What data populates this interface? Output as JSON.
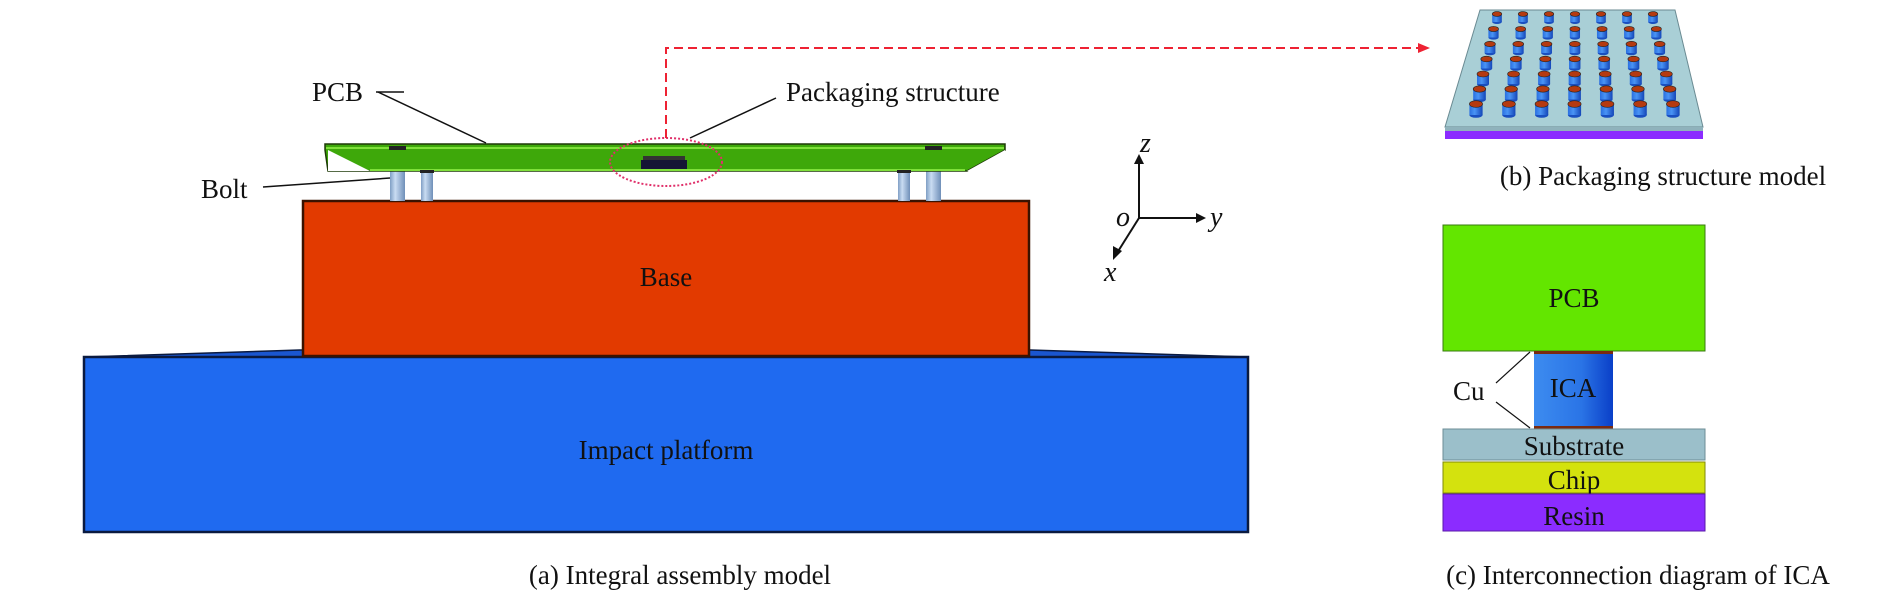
{
  "figure": {
    "panel_a": {
      "caption": "(a) Integral assembly model",
      "labels": {
        "pcb": "PCB",
        "packaging_structure": "Packaging structure",
        "bolt": "Bolt",
        "base": "Base",
        "impact_platform": "Impact platform"
      },
      "axes": {
        "origin": "o",
        "x": "x",
        "y": "y",
        "z": "z"
      }
    },
    "panel_b": {
      "caption": "(b) Packaging structure model",
      "grid": {
        "rows": 7,
        "cols": 7
      }
    },
    "panel_c": {
      "caption": "(c) Interconnection diagram of ICA",
      "layers": {
        "pcb": "PCB",
        "ica": "ICA",
        "cu": "Cu",
        "substrate": "Substrate",
        "chip": "Chip",
        "resin": "Resin"
      }
    },
    "colors": {
      "pcb_board": "#3ea80a",
      "pcb_highlight": "#7fe03a",
      "base": "#e23a00",
      "platform": "#1f6af0",
      "bolt": "#a9c8e8",
      "pcb_section": "#63e600",
      "ica": "#2f7ae8",
      "substrate": "#9bbfca",
      "chip": "#d4e20e",
      "resin": "#8b2cff",
      "solder_top": "#b53a10",
      "callout": "#ee2233"
    }
  }
}
